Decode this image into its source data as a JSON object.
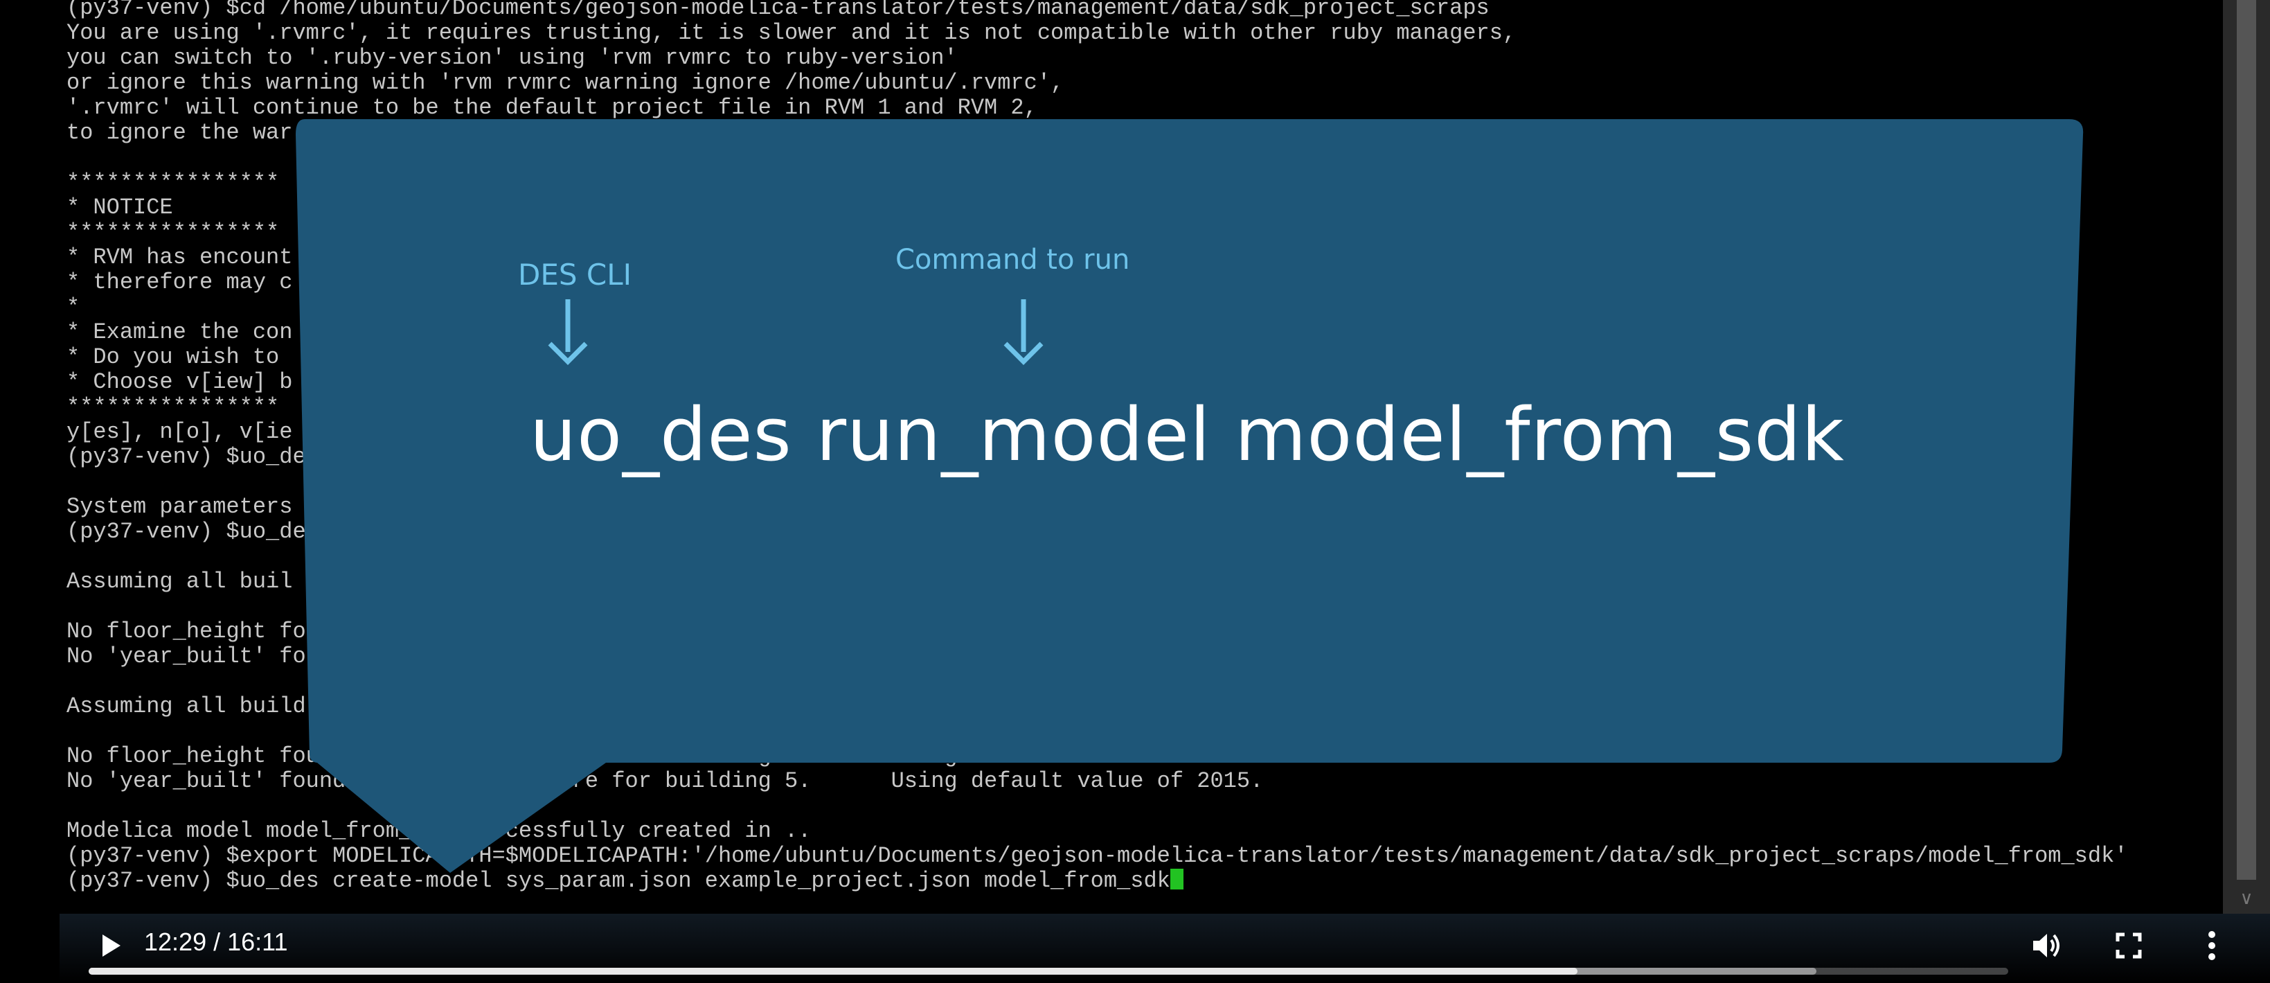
{
  "terminal": {
    "lines": [
      "(py37-venv) $cd /home/ubuntu/Documents/geojson-modelica-translator/tests/management/data/sdk_project_scraps",
      "You are using '.rvmrc', it requires trusting, it is slower and it is not compatible with other ruby managers,",
      "you can switch to '.ruby-version' using 'rvm rvmrc to ruby-version'",
      "or ignore this warning with 'rvm rvmrc warning ignore /home/ubuntu/.rvmrc',",
      "'.rvmrc' will continue to be the default project file in RVM 1 and RVM 2,",
      "to ignore the war",
      "",
      "****************",
      "* NOTICE",
      "****************",
      "* RVM has encount",
      "* therefore may c",
      "*",
      "* Examine the con",
      "* Do you wish to",
      "* Choose v[iew] b",
      "****************",
      "y[es], n[o], v[ie",
      "(py37-venv) $uo_de",
      "",
      "System parameters",
      "(py37-venv) $uo_de",
      "",
      "Assuming all buil",
      "",
      "No floor_height fo",
      "No 'year_built' fo",
      "",
      "Assuming all build",
      "",
      "No floor_height found in geojson feature for building 5.      Using default value of 3.",
      "No 'year_built' found in geojson feature for building 5.      Using default value of 2015.",
      "",
      "Modelica model model_from_sdk successfully created in ..",
      "(py37-venv) $export MODELICAPATH=$MODELICAPATH:'/home/ubuntu/Documents/geojson-modelica-translator/tests/management/data/sdk_project_scraps/model_from_sdk'",
      "(py37-venv) $uo_des create-model sys_param.json example_project.json model_from_sdk"
    ]
  },
  "callout": {
    "label_des_cli": "DES CLI",
    "label_command": "Command to run",
    "command": "uo_des run_model model_from_sdk",
    "bg_color": "#1e5678",
    "accent_color": "#6ec3ea"
  },
  "player": {
    "time": "12:29 / 16:11",
    "progress_fraction": 0.7757,
    "buffered_fraction": 0.9,
    "icons": [
      "play-icon",
      "volume-icon",
      "fullscreen-icon",
      "more-vert-icon"
    ]
  }
}
